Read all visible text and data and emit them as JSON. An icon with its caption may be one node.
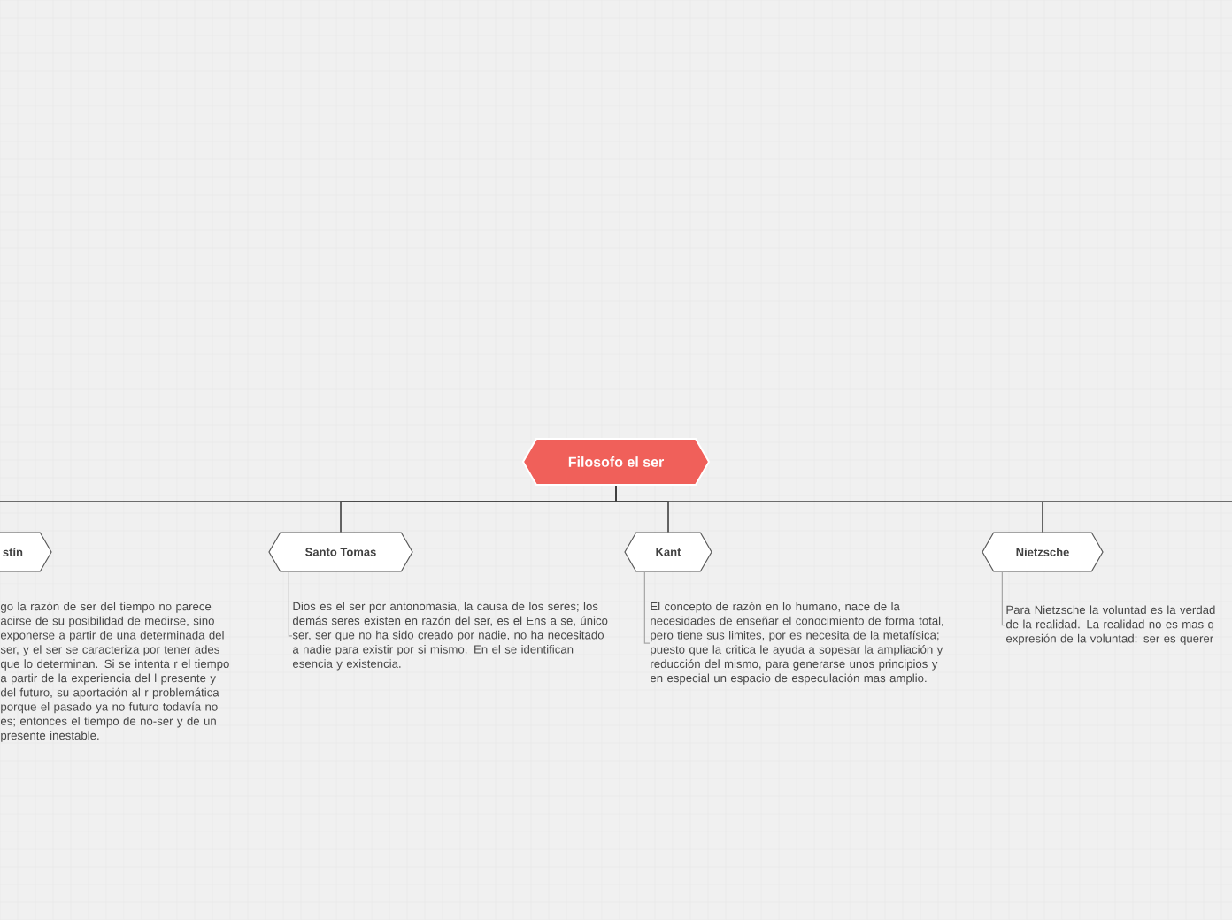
{
  "diagram": {
    "nodes": [
      {
        "text": [
          "Filosofo el ser"
        ]
      },
      {
        "text": [
          "stín"
        ]
      },
      {
        "text": [
          "go la razón de ser del tiempo no parece acirse de su posibilidad de medirse, sino exponerse a partir de una determinada del ser, y el ser se caracteriza por tener ades que lo determinan. Si se intenta r el tiempo a partir de la experiencia del l presente y del futuro, su aportación al r problemática porque el pasado ya no futuro todavía no es; entonces el tiempo de no-ser y de un presente inestable."
        ]
      },
      {
        "text": [
          "Santo Tomas"
        ]
      },
      {
        "text": [
          "Dios es el ser por antonomasia, la causa de los seres; los demás seres existen en razón del ser, es el Ens a se, único ser, ser que no ha sido creado por nadie, no ha necesitado a nadie para existir por si mismo. En el se identifican esencia y existencia."
        ]
      },
      {
        "text": [
          "Kant"
        ]
      },
      {
        "text": [
          "El concepto de razón en lo humano, nace de la necesidades de enseñar el conocimiento de forma total, pero tiene sus limites, por es necesita de la metafísica; puesto que la critica le ayuda a sopesar la ampliación y reducción del mismo, para generarse unos principios y en especial un espacio de especulación mas amplio."
        ]
      },
      {
        "text": [
          "Nietzsche"
        ]
      },
      {
        "text": [
          "Para Nietzsche la voluntad es la verdad de la realidad. La realidad no es mas q expresión de la voluntad: ser es querer"
        ]
      }
    ],
    "edges": [
      {
        "from": 0,
        "to": 1,
        "arrow": "none"
      },
      {
        "from": 0,
        "to": 3,
        "arrow": "none"
      },
      {
        "from": 3,
        "to": 4,
        "arrow": "none",
        "color": "#a6a6a6"
      },
      {
        "from": 0,
        "to": 5,
        "arrow": "none"
      },
      {
        "from": 5,
        "to": 6,
        "arrow": "none",
        "color": "#a6a6a6"
      },
      {
        "from": 0,
        "to": 7,
        "arrow": "none"
      },
      {
        "from": 7,
        "to": 8,
        "arrow": "none",
        "color": "#a6a6a6"
      }
    ]
  }
}
